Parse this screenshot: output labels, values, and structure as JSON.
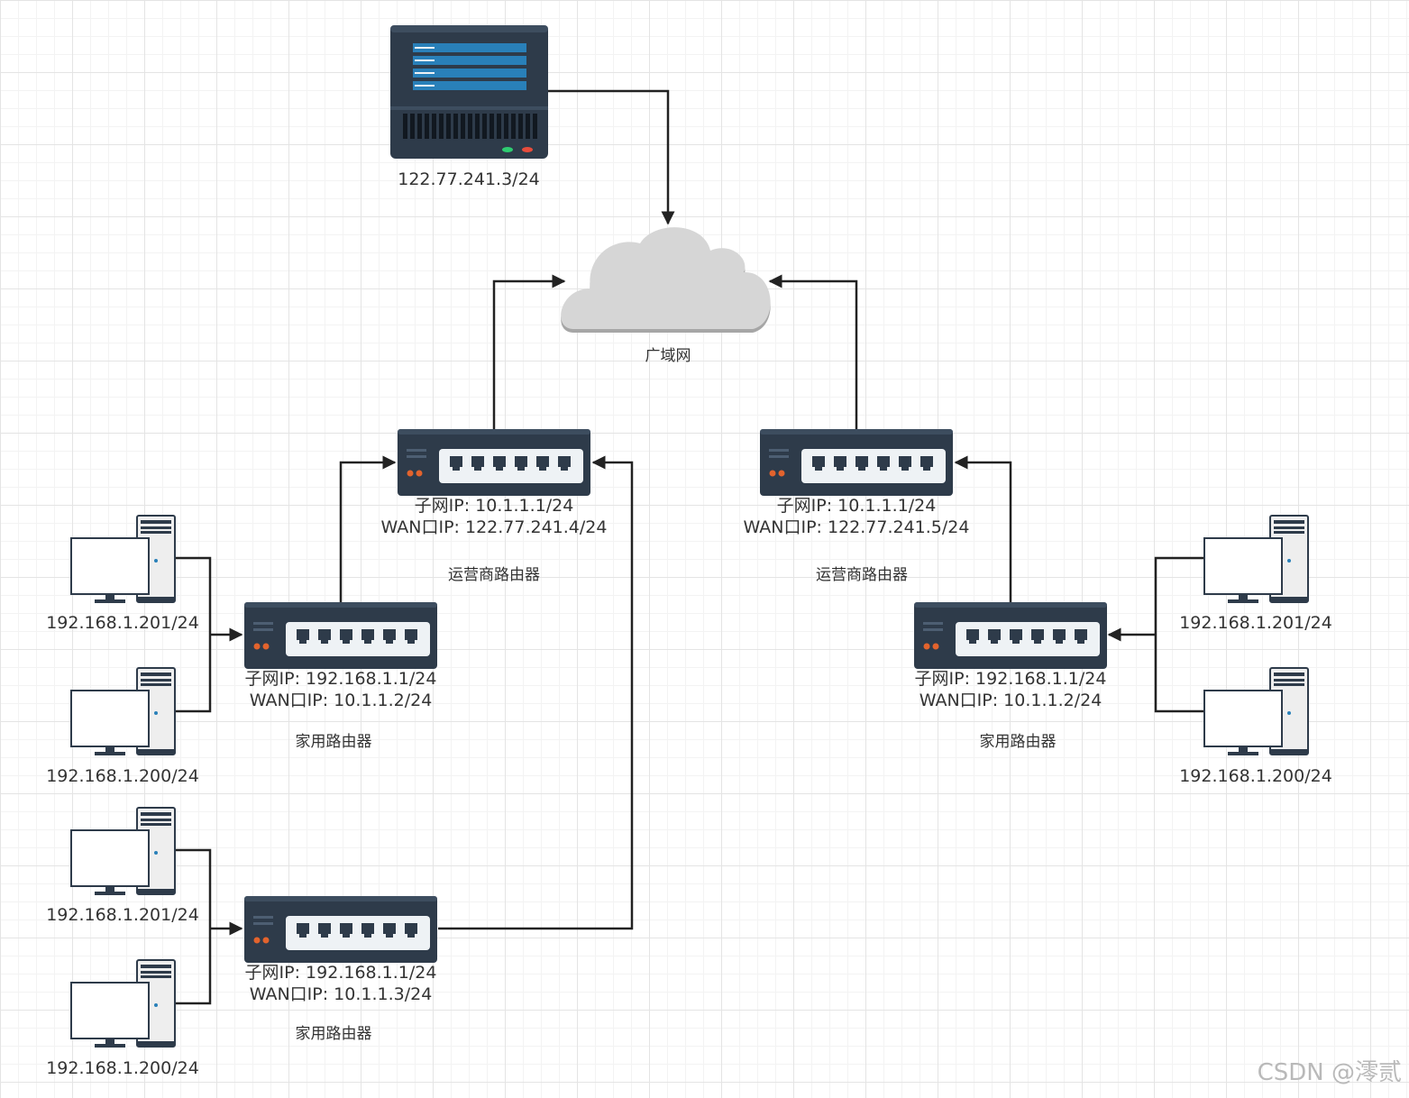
{
  "server": {
    "ip": "122.77.241.3/24"
  },
  "wan": {
    "label": "广域网"
  },
  "isp_router_left": {
    "subnet_ip": "子网IP:   10.1.1.1/24",
    "wan_ip": "WAN口IP:  122.77.241.4/24",
    "label": "运营商路由器"
  },
  "isp_router_right": {
    "subnet_ip": "子网IP:   10.1.1.1/24",
    "wan_ip": "WAN口IP:  122.77.241.5/24",
    "label": "运营商路由器"
  },
  "home_router_left_top": {
    "subnet_ip": "子网IP:   192.168.1.1/24",
    "wan_ip": "WAN口IP:  10.1.1.2/24",
    "label": "家用路由器",
    "pcs": [
      "192.168.1.201/24",
      "192.168.1.200/24"
    ]
  },
  "home_router_left_bottom": {
    "subnet_ip": "子网IP:   192.168.1.1/24",
    "wan_ip": "WAN口IP:  10.1.1.3/24",
    "label": "家用路由器",
    "pcs": [
      "192.168.1.201/24",
      "192.168.1.200/24"
    ]
  },
  "home_router_right": {
    "subnet_ip": "子网IP:   192.168.1.1/24",
    "wan_ip": "WAN口IP:  10.1.1.2/24",
    "label": "家用路由器",
    "pcs": [
      "192.168.1.201/24",
      "192.168.1.200/24"
    ]
  },
  "watermark": "CSDN @澪贰",
  "colors": {
    "device_dark": "#2e3b4a",
    "device_panel": "#eef2f5",
    "screen_blue": "#2980b9",
    "cloud_fill": "#d6d6d6",
    "cloud_edge": "#a6a6a6",
    "connector": "#222222"
  }
}
